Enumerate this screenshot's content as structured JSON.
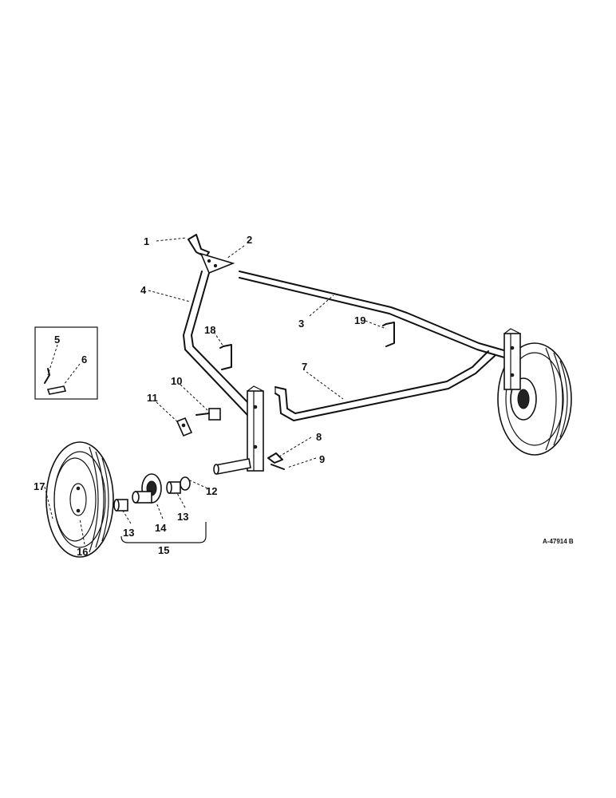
{
  "diagram": {
    "drawing_code": "A-47914 B",
    "callouts": [
      "1",
      "2",
      "3",
      "4",
      "5",
      "6",
      "7",
      "8",
      "9",
      "10",
      "11",
      "12",
      "13",
      "13",
      "14",
      "15",
      "16",
      "17",
      "18",
      "19"
    ]
  }
}
